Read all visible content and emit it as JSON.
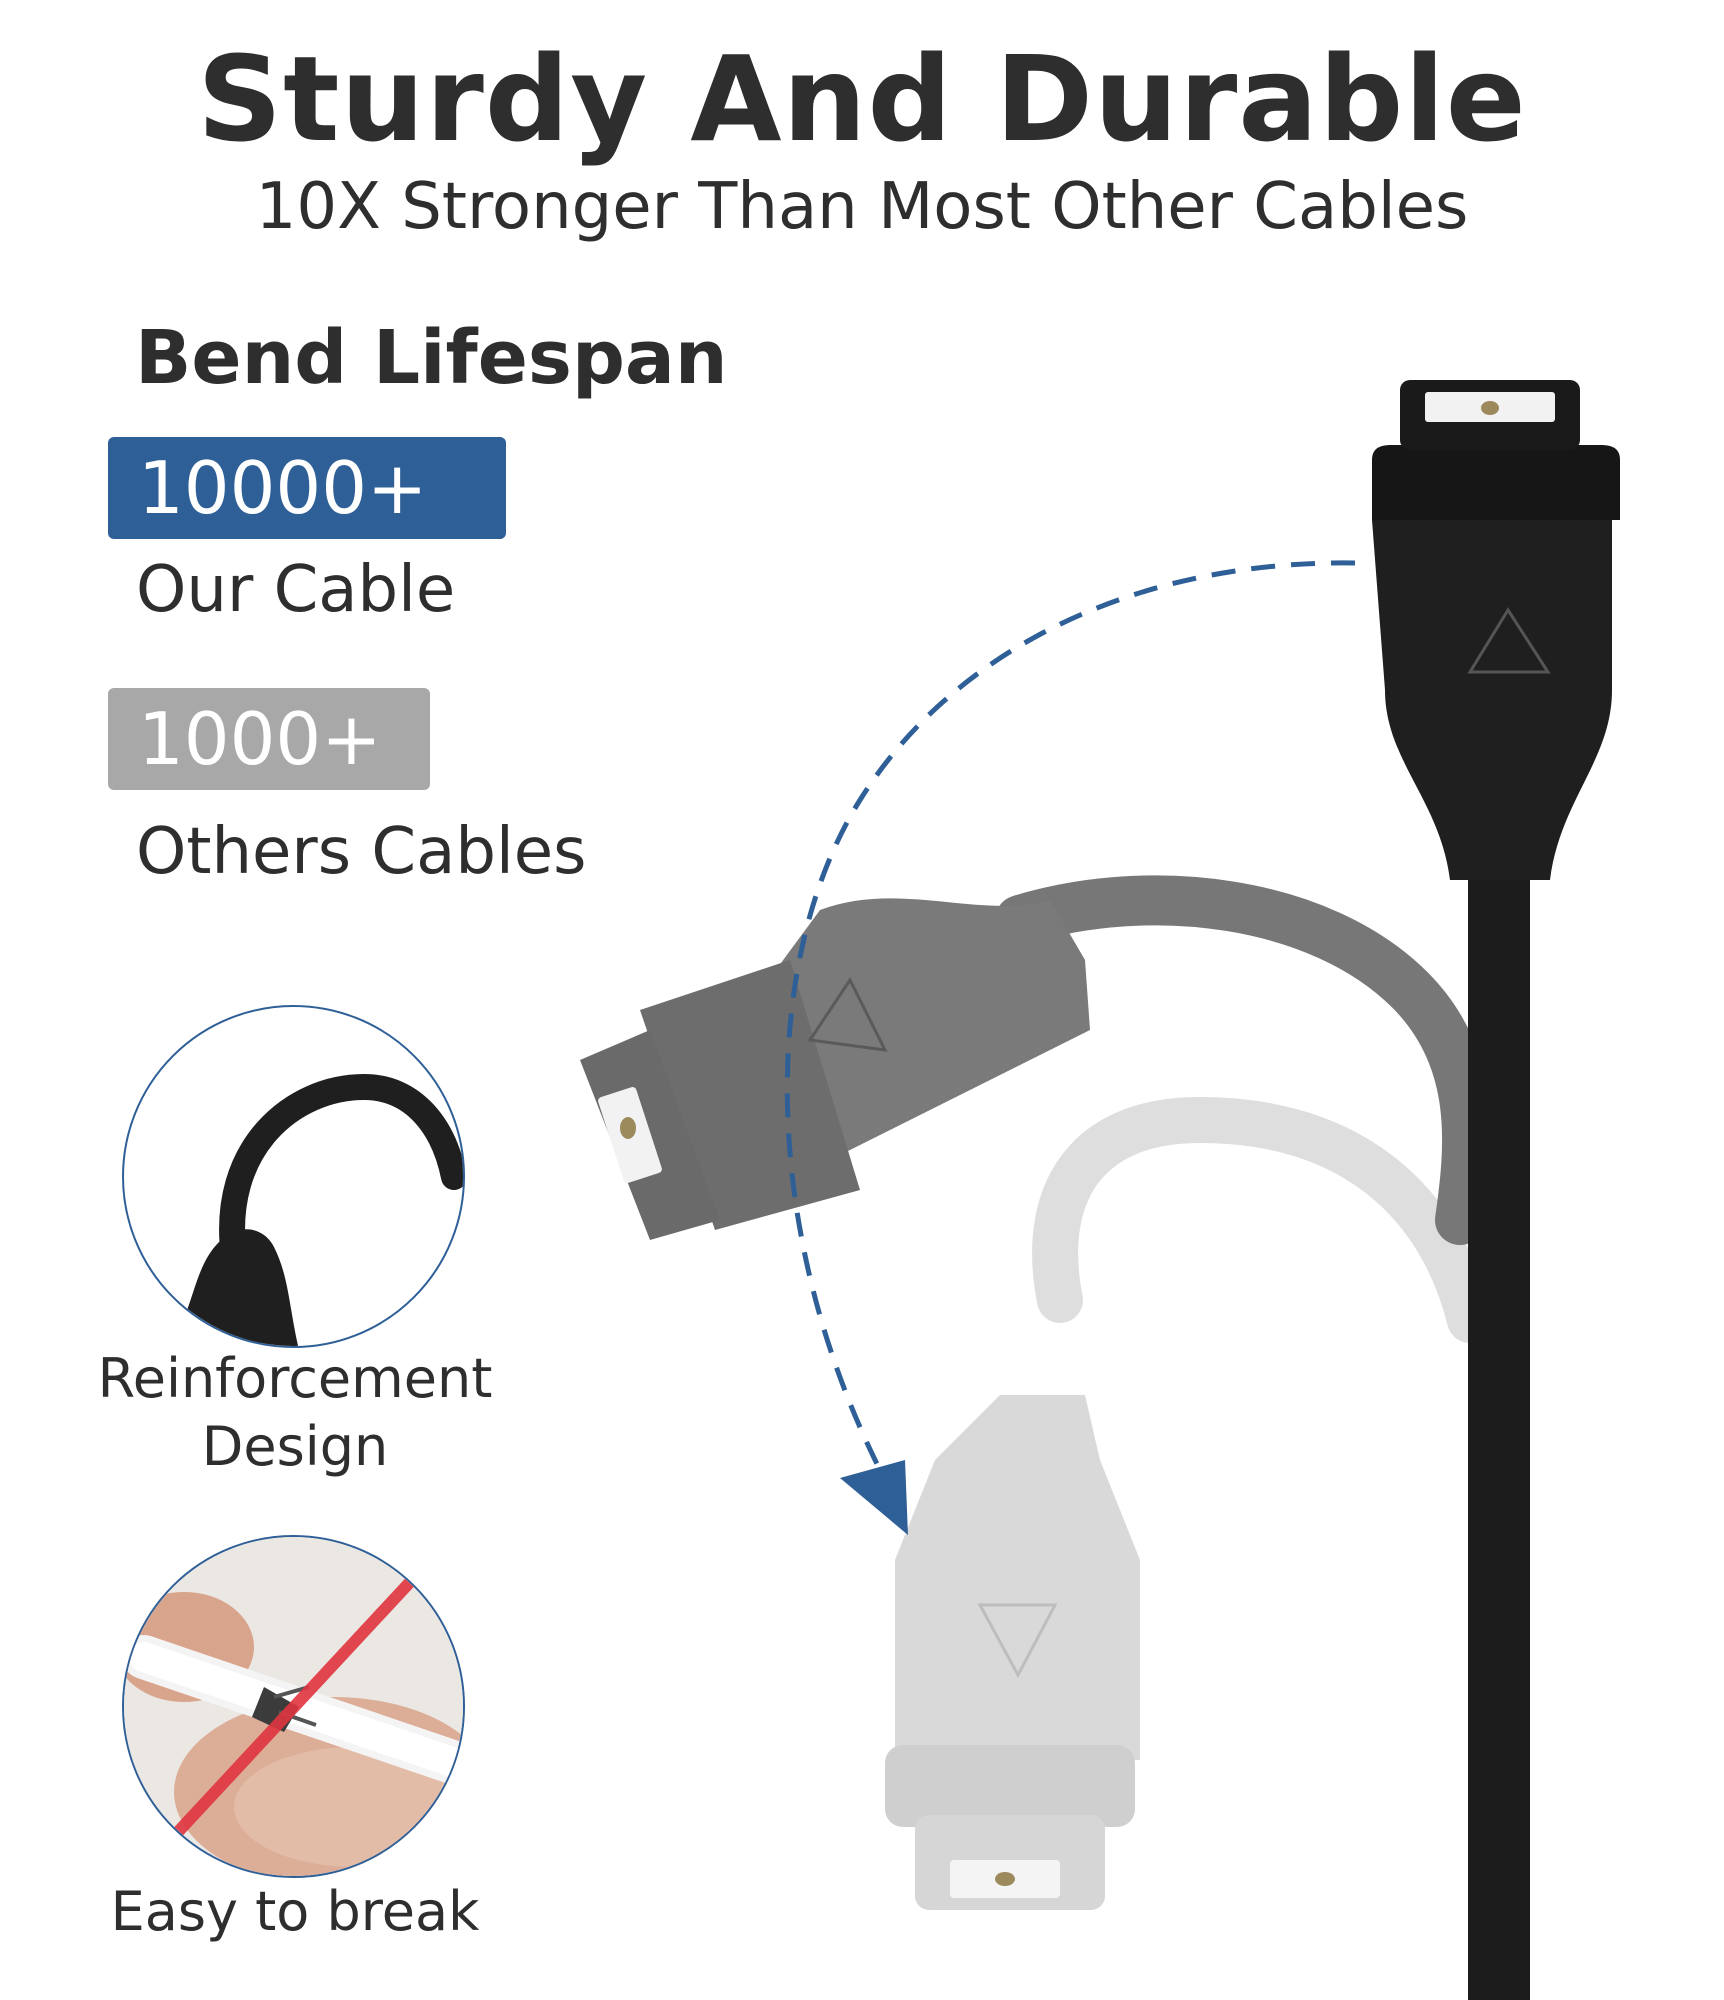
{
  "heading": {
    "title": "Sturdy And Durable",
    "subtitle": "10X Stronger Than Most Other Cables"
  },
  "bend": {
    "title": "Bend Lifespan",
    "ours": {
      "value": "10000+",
      "label": "Our Cable",
      "color": "#2f5f97"
    },
    "others": {
      "value": "1000+",
      "label": "Others Cables",
      "color": "#a8a8a8"
    }
  },
  "callouts": {
    "reinforcement": {
      "line1": "Reinforcement",
      "line2": "Design"
    },
    "break": {
      "label": "Easy to break"
    }
  },
  "icons": [
    "bent-cable-icon",
    "broken-cable-icon",
    "cross-mark-icon",
    "bend-arrow-icon",
    "triangle-mark-icon"
  ],
  "colors": {
    "accent": "#2f5f97",
    "cross": "#e0353f",
    "cable_dark": "#1c1c1c",
    "cable_mid": "#707070",
    "cable_light": "#d7d7d7"
  }
}
